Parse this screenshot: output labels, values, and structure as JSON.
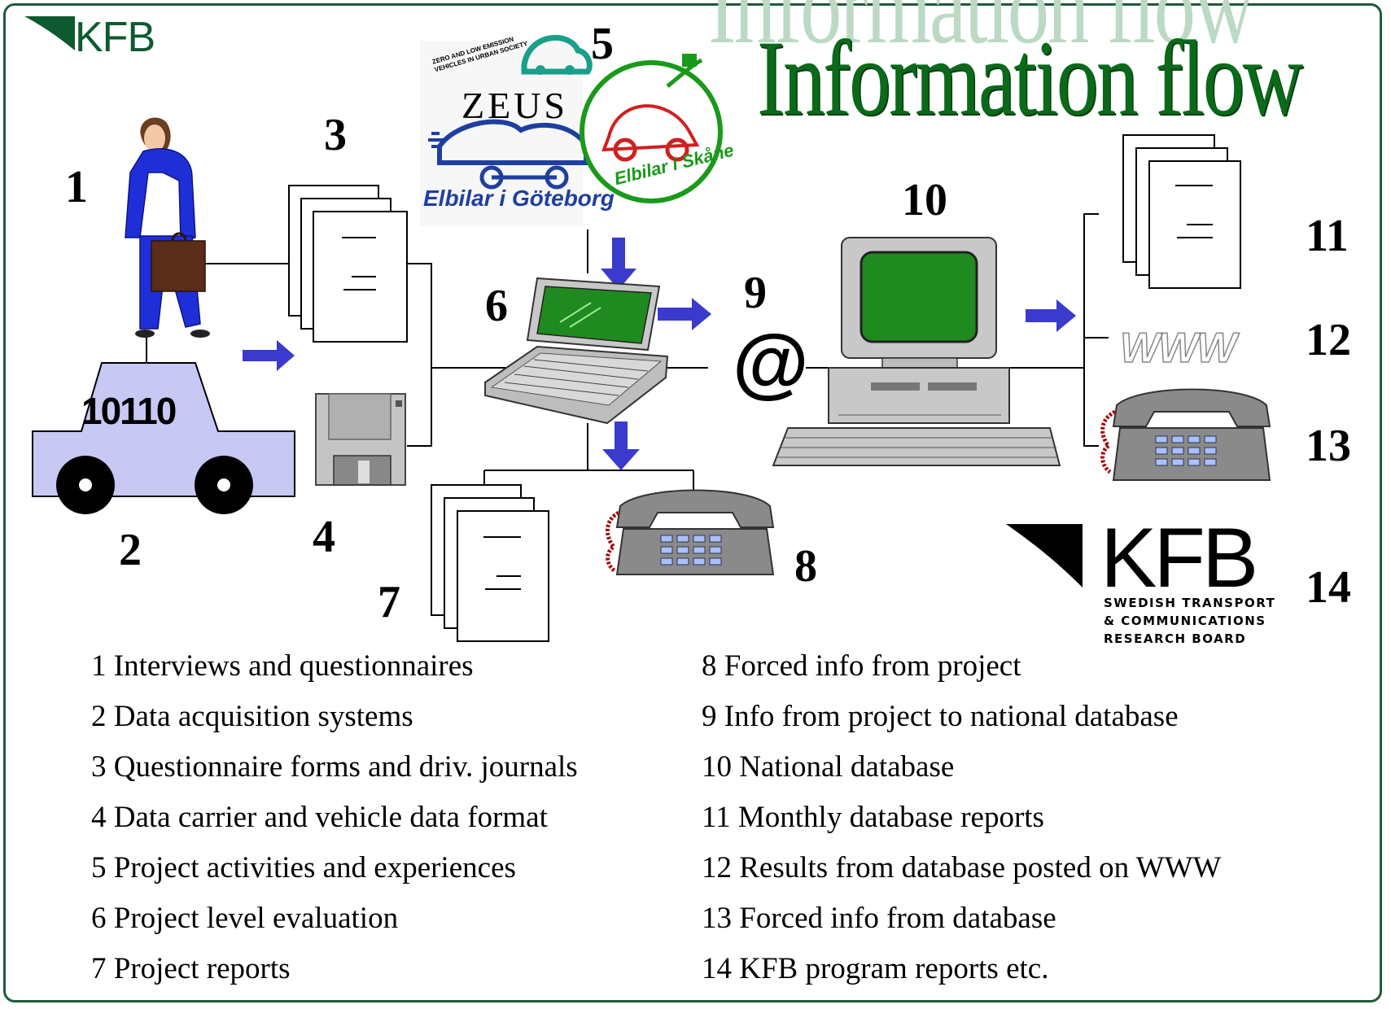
{
  "title": "Information flow",
  "logo": {
    "brand": "KFB",
    "subtitle_lines": [
      "SWEDISH TRANSPORT",
      "& COMMUNICATIONS",
      "RESEARCH BOARD"
    ]
  },
  "zeus": {
    "word": "ZEUS",
    "tagline": "ZERO AND LOW EMISSION VEHICLES IN URBAN SOCIETY",
    "location": "Elbilar i Göteborg"
  },
  "skane_logo_text": "Elbilar i Skåne",
  "car_label": "10110",
  "at_symbol": "@",
  "www_label": "WWW",
  "numbers": [
    "1",
    "2",
    "3",
    "4",
    "5",
    "6",
    "7",
    "8",
    "9",
    "10",
    "11",
    "12",
    "13",
    "14"
  ],
  "legend_left": [
    "1 Interviews and questionnaires",
    "2 Data acquisition systems",
    "3 Questionnaire forms and driv. journals",
    "4 Data carrier and vehicle data format",
    "5 Project activities and experiences",
    "6 Project level evaluation",
    "7 Project reports"
  ],
  "legend_right": [
    "8 Forced info from project",
    "9 Info from project to national database",
    "10 National database",
    "11 Monthly database reports",
    "12 Results from database posted on WWW",
    "13 Forced info from database",
    "14 KFB program reports etc."
  ],
  "colors": {
    "frame": "#1f5a3a",
    "title": "#0a6a1a",
    "arrow": "#3a3acc",
    "car": "#c8c8f4",
    "screen": "#1f8a1f"
  }
}
